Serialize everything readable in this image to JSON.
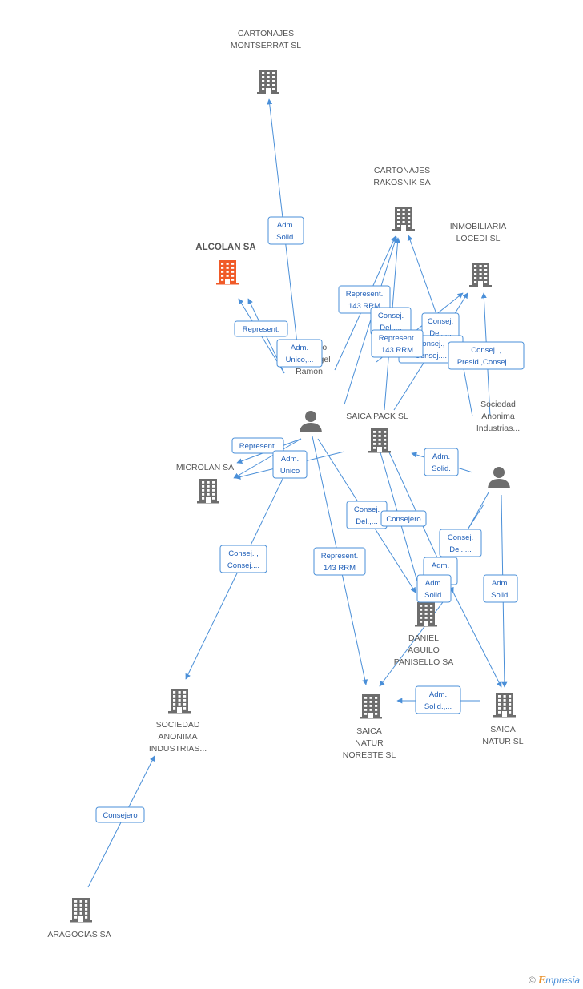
{
  "colors": {
    "edge": "#4a8fd8",
    "node": "#6d6d6d",
    "highlight": "#f05a28",
    "box_border": "#4a8fd8",
    "box_text": "#1f5fb8"
  },
  "nodes": [
    {
      "id": "cartonajes-montserrat",
      "type": "company",
      "lines": [
        "CARTONAJES",
        "MONTSERRAT SL"
      ]
    },
    {
      "id": "cartonajes-rakosnik",
      "type": "company",
      "lines": [
        "CARTONAJES",
        "RAKOSNIK SA"
      ]
    },
    {
      "id": "inmobiliaria-locedi",
      "type": "company",
      "lines": [
        "INMOBILIARIA",
        "LOCEDI SL"
      ]
    },
    {
      "id": "alcolan",
      "type": "company",
      "highlight": true,
      "lines": [
        "ALCOLAN SA"
      ]
    },
    {
      "id": "alejandro",
      "type": "person",
      "lines": [
        "Alejandro",
        "Balet Angel",
        "Ramon"
      ]
    },
    {
      "id": "saica-pack",
      "type": "company",
      "lines": [
        "SAICA PACK SL"
      ]
    },
    {
      "id": "sociedad-anonima-person",
      "type": "person",
      "lines": [
        "Sociedad",
        "Anonima",
        "Industrias..."
      ]
    },
    {
      "id": "microlan",
      "type": "company",
      "lines": [
        "MICROLAN SA"
      ]
    },
    {
      "id": "daniel-aguilo",
      "type": "company",
      "lines": [
        "DANIEL",
        "AGUILO",
        "PANISELLO SA"
      ]
    },
    {
      "id": "sociedad-anonima-company",
      "type": "company",
      "lines": [
        "SOCIEDAD",
        "ANONIMA",
        "INDUSTRIAS..."
      ]
    },
    {
      "id": "saica-natur-noreste",
      "type": "company",
      "lines": [
        "SAICA",
        "NATUR",
        "NORESTE SL"
      ]
    },
    {
      "id": "saica-natur",
      "type": "company",
      "lines": [
        "SAICA",
        "NATUR SL"
      ]
    },
    {
      "id": "aragocias",
      "type": "company",
      "lines": [
        "ARAGOCIAS SA"
      ]
    }
  ],
  "edge_labels": [
    {
      "id": "e1",
      "lines": [
        "Adm.",
        "Solid."
      ]
    },
    {
      "id": "e2",
      "lines": [
        "Represent."
      ]
    },
    {
      "id": "e3",
      "lines": [
        "Adm.",
        "Unico,..."
      ]
    },
    {
      "id": "e4",
      "lines": [
        "Represent.",
        "143 RRM"
      ]
    },
    {
      "id": "e5",
      "lines": [
        "Consej.",
        "Del.,..."
      ]
    },
    {
      "id": "e6",
      "lines": [
        "Consej.",
        "Del.,..."
      ]
    },
    {
      "id": "e7",
      "lines": [
        "Consej.,",
        "Consej...."
      ]
    },
    {
      "id": "e8",
      "lines": [
        "Represent.",
        "143 RRM"
      ]
    },
    {
      "id": "e9",
      "lines": [
        "Consej. ,",
        "Presid.,Consej...."
      ]
    },
    {
      "id": "e10",
      "lines": [
        "Represent."
      ]
    },
    {
      "id": "e11",
      "lines": [
        "Adm.",
        "Unico"
      ]
    },
    {
      "id": "e12",
      "lines": [
        "Adm.",
        "Solid."
      ]
    },
    {
      "id": "e13",
      "lines": [
        "Consej.",
        "Del.,..."
      ]
    },
    {
      "id": "e14",
      "lines": [
        "Consejero"
      ]
    },
    {
      "id": "e15",
      "lines": [
        "Consej.",
        "Del.,..."
      ]
    },
    {
      "id": "e16",
      "lines": [
        "Adm.",
        "Solid."
      ]
    },
    {
      "id": "e17",
      "lines": [
        "Adm.",
        "Solid."
      ]
    },
    {
      "id": "e18",
      "lines": [
        "Consej. ,",
        "Consej...."
      ]
    },
    {
      "id": "e19",
      "lines": [
        "Represent.",
        "143 RRM"
      ]
    },
    {
      "id": "e20",
      "lines": [
        "Adm.",
        "Solid."
      ]
    },
    {
      "id": "e21",
      "lines": [
        "Adm.",
        "Solid.,..."
      ]
    },
    {
      "id": "e22",
      "lines": [
        "Consejero"
      ]
    }
  ],
  "watermark": {
    "copyright": "©",
    "brand_initial": "E",
    "brand_rest": "mpresia"
  }
}
